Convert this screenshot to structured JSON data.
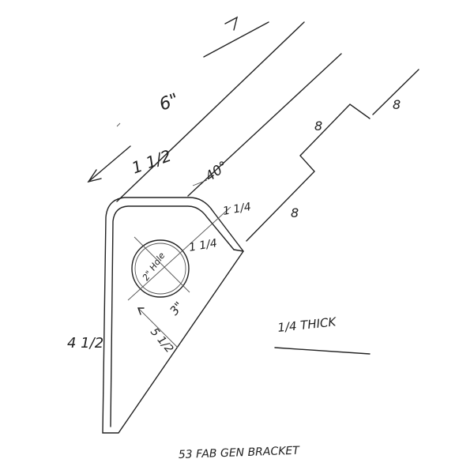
{
  "drawing": {
    "title": "53 FAB GEN BRACKET",
    "thickness_note": "1/4 THICK",
    "dimensions": {
      "length": "6\"",
      "flange_width": "1 1/2",
      "angle": "40°",
      "top_edge": "1 1/4",
      "hole_offset": "1 1/4",
      "hole": "2\" Hole",
      "hole_to_edge": "3\"",
      "diagonal": "5 1/2",
      "height": "4 1/2",
      "step_a": "8",
      "step_b": "8",
      "step_c": "8"
    }
  }
}
